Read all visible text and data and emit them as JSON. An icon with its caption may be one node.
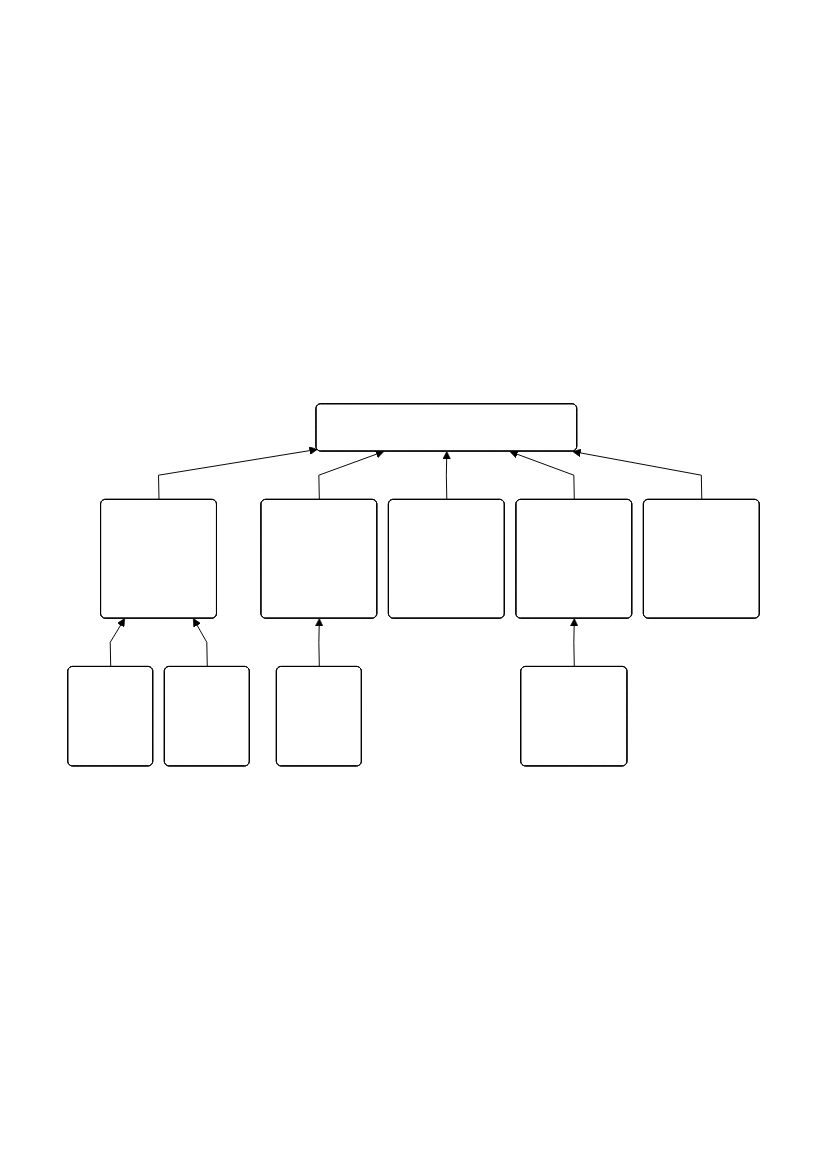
{
  "diagram": {
    "nodes": [
      {
        "text": [],
        "shape": "box"
      },
      {
        "text": [],
        "shape": "box"
      },
      {
        "text": [],
        "shape": "box"
      },
      {
        "text": [],
        "shape": "box"
      },
      {
        "text": [],
        "shape": "box"
      },
      {
        "text": [],
        "shape": "box"
      },
      {
        "text": [],
        "shape": "box"
      },
      {
        "text": [],
        "shape": "box"
      },
      {
        "text": [],
        "shape": "box"
      },
      {
        "text": [],
        "shape": "box"
      }
    ],
    "edges": [
      {
        "from": 1,
        "to": 0,
        "arrow": "to"
      },
      {
        "from": 2,
        "to": 0,
        "arrow": "to"
      },
      {
        "from": 3,
        "to": 0,
        "arrow": "to"
      },
      {
        "from": 4,
        "to": 0,
        "arrow": "to"
      },
      {
        "from": 5,
        "to": 0,
        "arrow": "to"
      },
      {
        "from": 6,
        "to": 1,
        "arrow": "to"
      },
      {
        "from": 7,
        "to": 1,
        "arrow": "to"
      },
      {
        "from": 8,
        "to": 2,
        "arrow": "to"
      },
      {
        "from": 9,
        "to": 4,
        "arrow": "to"
      }
    ]
  }
}
